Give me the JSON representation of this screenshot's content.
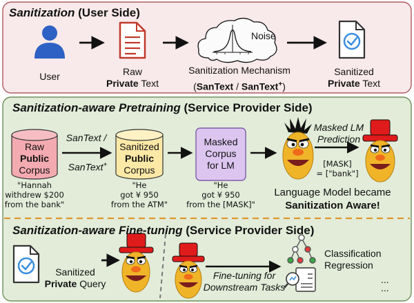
{
  "colors": {
    "user_panel_bg": "#f8e9ea",
    "user_panel_border": "#b05a63",
    "provider_panel_bg": "#e2ecd9",
    "provider_panel_border": "#6f8f5a",
    "divider": "#e0962a",
    "raw_corpus_fill": "#f3aab0",
    "sanitized_corpus_fill": "#fde9a6",
    "masked_corpus_fill": "#dcc6f0",
    "doc_red": "#c0392b",
    "check_blue": "#3b8ede",
    "user_blue": "#2d61c4"
  },
  "user_side": {
    "title_italic": "Sanitization",
    "title_rest": " (User Side)",
    "user_label": "User",
    "raw_line1": "Raw",
    "raw_bold": "Private",
    "raw_rest": " Text",
    "noise_label": "Noise",
    "mech_line1": "Sanitization Mechanism",
    "mech_open": "(",
    "mech_santext": "SanText",
    "mech_slash": " / ",
    "mech_santext_plus": "SanText",
    "mech_plus": "+",
    "mech_close": ")",
    "san_line1": "Sanitized",
    "san_bold": "Private",
    "san_rest": " Text"
  },
  "pretraining": {
    "title_italic": "Sanitization-aware Pretraining",
    "title_rest": " (Service Provider Side)",
    "raw_corpus": {
      "line1": "Raw",
      "bold": "Public",
      "line3": "Corpus"
    },
    "raw_quote": {
      "line1": "\"Hannah",
      "line2": "withdrew $200",
      "line3": "from the bank\""
    },
    "santext_arrow": {
      "line1": "SanText /",
      "line2": "SanText",
      "plus": "+"
    },
    "sanitized_corpus": {
      "line1": "Sanitized",
      "bold": "Public",
      "line3": "Corpus"
    },
    "sanitized_quote": {
      "line1": "\"He",
      "line2": "got ¥ 950",
      "line3": "from the ATM\""
    },
    "masked_corpus": {
      "line1": "Masked",
      "line2": "Corpus",
      "line3": "for LM"
    },
    "masked_quote": {
      "line1": "\"He",
      "line2": "got ¥ 950",
      "line3": "from the [MASK]\""
    },
    "mlm": {
      "line1": "Masked LM",
      "line2": "Prediction"
    },
    "mask_pred": {
      "line1": "[MASK]",
      "line2": "= [\"bank\"]"
    },
    "became": {
      "line1": "Language Model became",
      "line2": "Sanitization Aware!"
    }
  },
  "finetuning": {
    "title_italic": "Sanitization-aware Fine-tuning",
    "title_rest": " (Service Provider Side)",
    "query_line1": "Sanitized",
    "query_bold": "Private",
    "query_rest": " Query",
    "ft_line1": "Fine-tuning for",
    "ft_line2": "Downstream Tasks",
    "tasks": [
      "Classification",
      "Regression",
      "...",
      "..."
    ]
  }
}
